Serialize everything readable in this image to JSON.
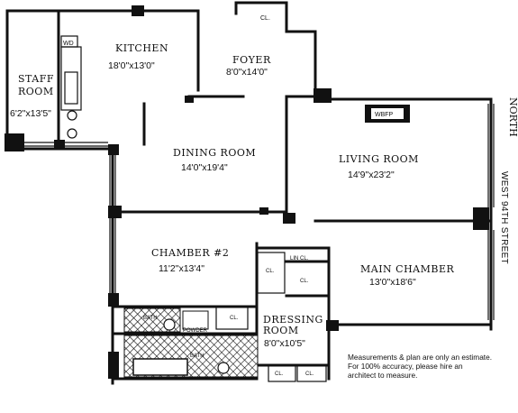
{
  "rooms": {
    "kitchen": {
      "label": "KITCHEN",
      "dim": "18'0\"x13'0\""
    },
    "foyer": {
      "label": "FOYER",
      "dim": "8'0\"x14'0\""
    },
    "staff_room": {
      "label_line1": "STAFF",
      "label_line2": "ROOM",
      "dim": "6'2\"x13'5\""
    },
    "dining_room": {
      "label": "DINING ROOM",
      "dim": "14'0\"x19'4\""
    },
    "living_room": {
      "label": "LIVING ROOM",
      "dim": "14'9\"x23'2\""
    },
    "chamber2": {
      "label": "CHAMBER #2",
      "dim": "11'2\"x13'4\""
    },
    "main_chamber": {
      "label": "MAIN CHAMBER",
      "dim": "13'0\"x18'6\""
    },
    "dressing_room": {
      "label_line1": "DRESSING",
      "label_line2": "ROOM",
      "dim": "8'0\"x10'5\""
    }
  },
  "fixtures": {
    "wd": "WD",
    "wbfp": "WBFP",
    "bath1": "BATH",
    "bath2": "BATH",
    "powder": "POWDER",
    "lin_cl": "LIN CL.",
    "closet": "CL."
  },
  "orientation": {
    "north": "NORTH",
    "street": "WEST 94TH STREET"
  },
  "note": {
    "line1": "Measurements & plan are only an estimate.",
    "line2": "For 100% accuracy, please hire an",
    "line3": "architect to measure."
  }
}
